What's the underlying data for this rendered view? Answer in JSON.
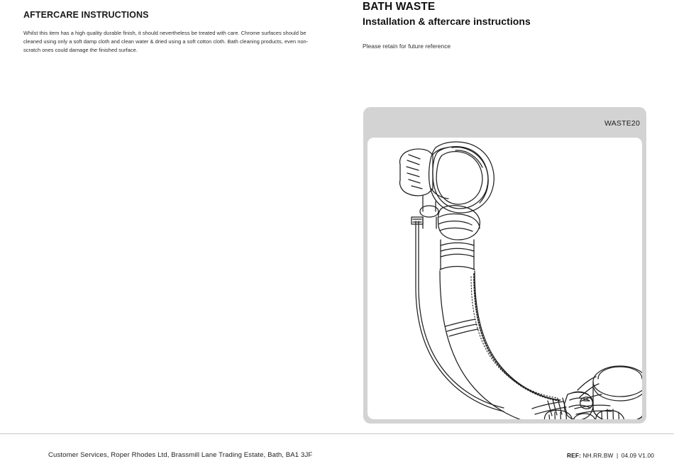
{
  "document": {
    "title": "BATH WASTE",
    "subtitle": "Installation & aftercare instructions",
    "retain_note": "Please retain for future reference"
  },
  "aftercare": {
    "heading": "AFTERCARE INSTRUCTIONS",
    "body": "Whilst this item has a high quality durable finish, it should nevertheless be treated with care.  Chrome surfaces should be cleaned using only a soft damp cloth and clean water & dried using a soft cotton cloth.  Bath cleaning products, even non-scratch ones could damage the finished surface."
  },
  "product": {
    "code": "WASTE20",
    "figure_name": "bath-waste-overflow-filler-assembly",
    "panel_color": "#d3d3d3",
    "card_color": "#ffffff",
    "line_color": "#1f1f1f"
  },
  "footer": {
    "address": "Customer Services, Roper Rhodes Ltd, Brassmill Lane Trading Estate, Bath, BA1 3JF",
    "ref_label": "REF:",
    "ref_value": "NH.RR.BW",
    "ref_separator": "|",
    "ref_version": "04.09  V1.00"
  }
}
